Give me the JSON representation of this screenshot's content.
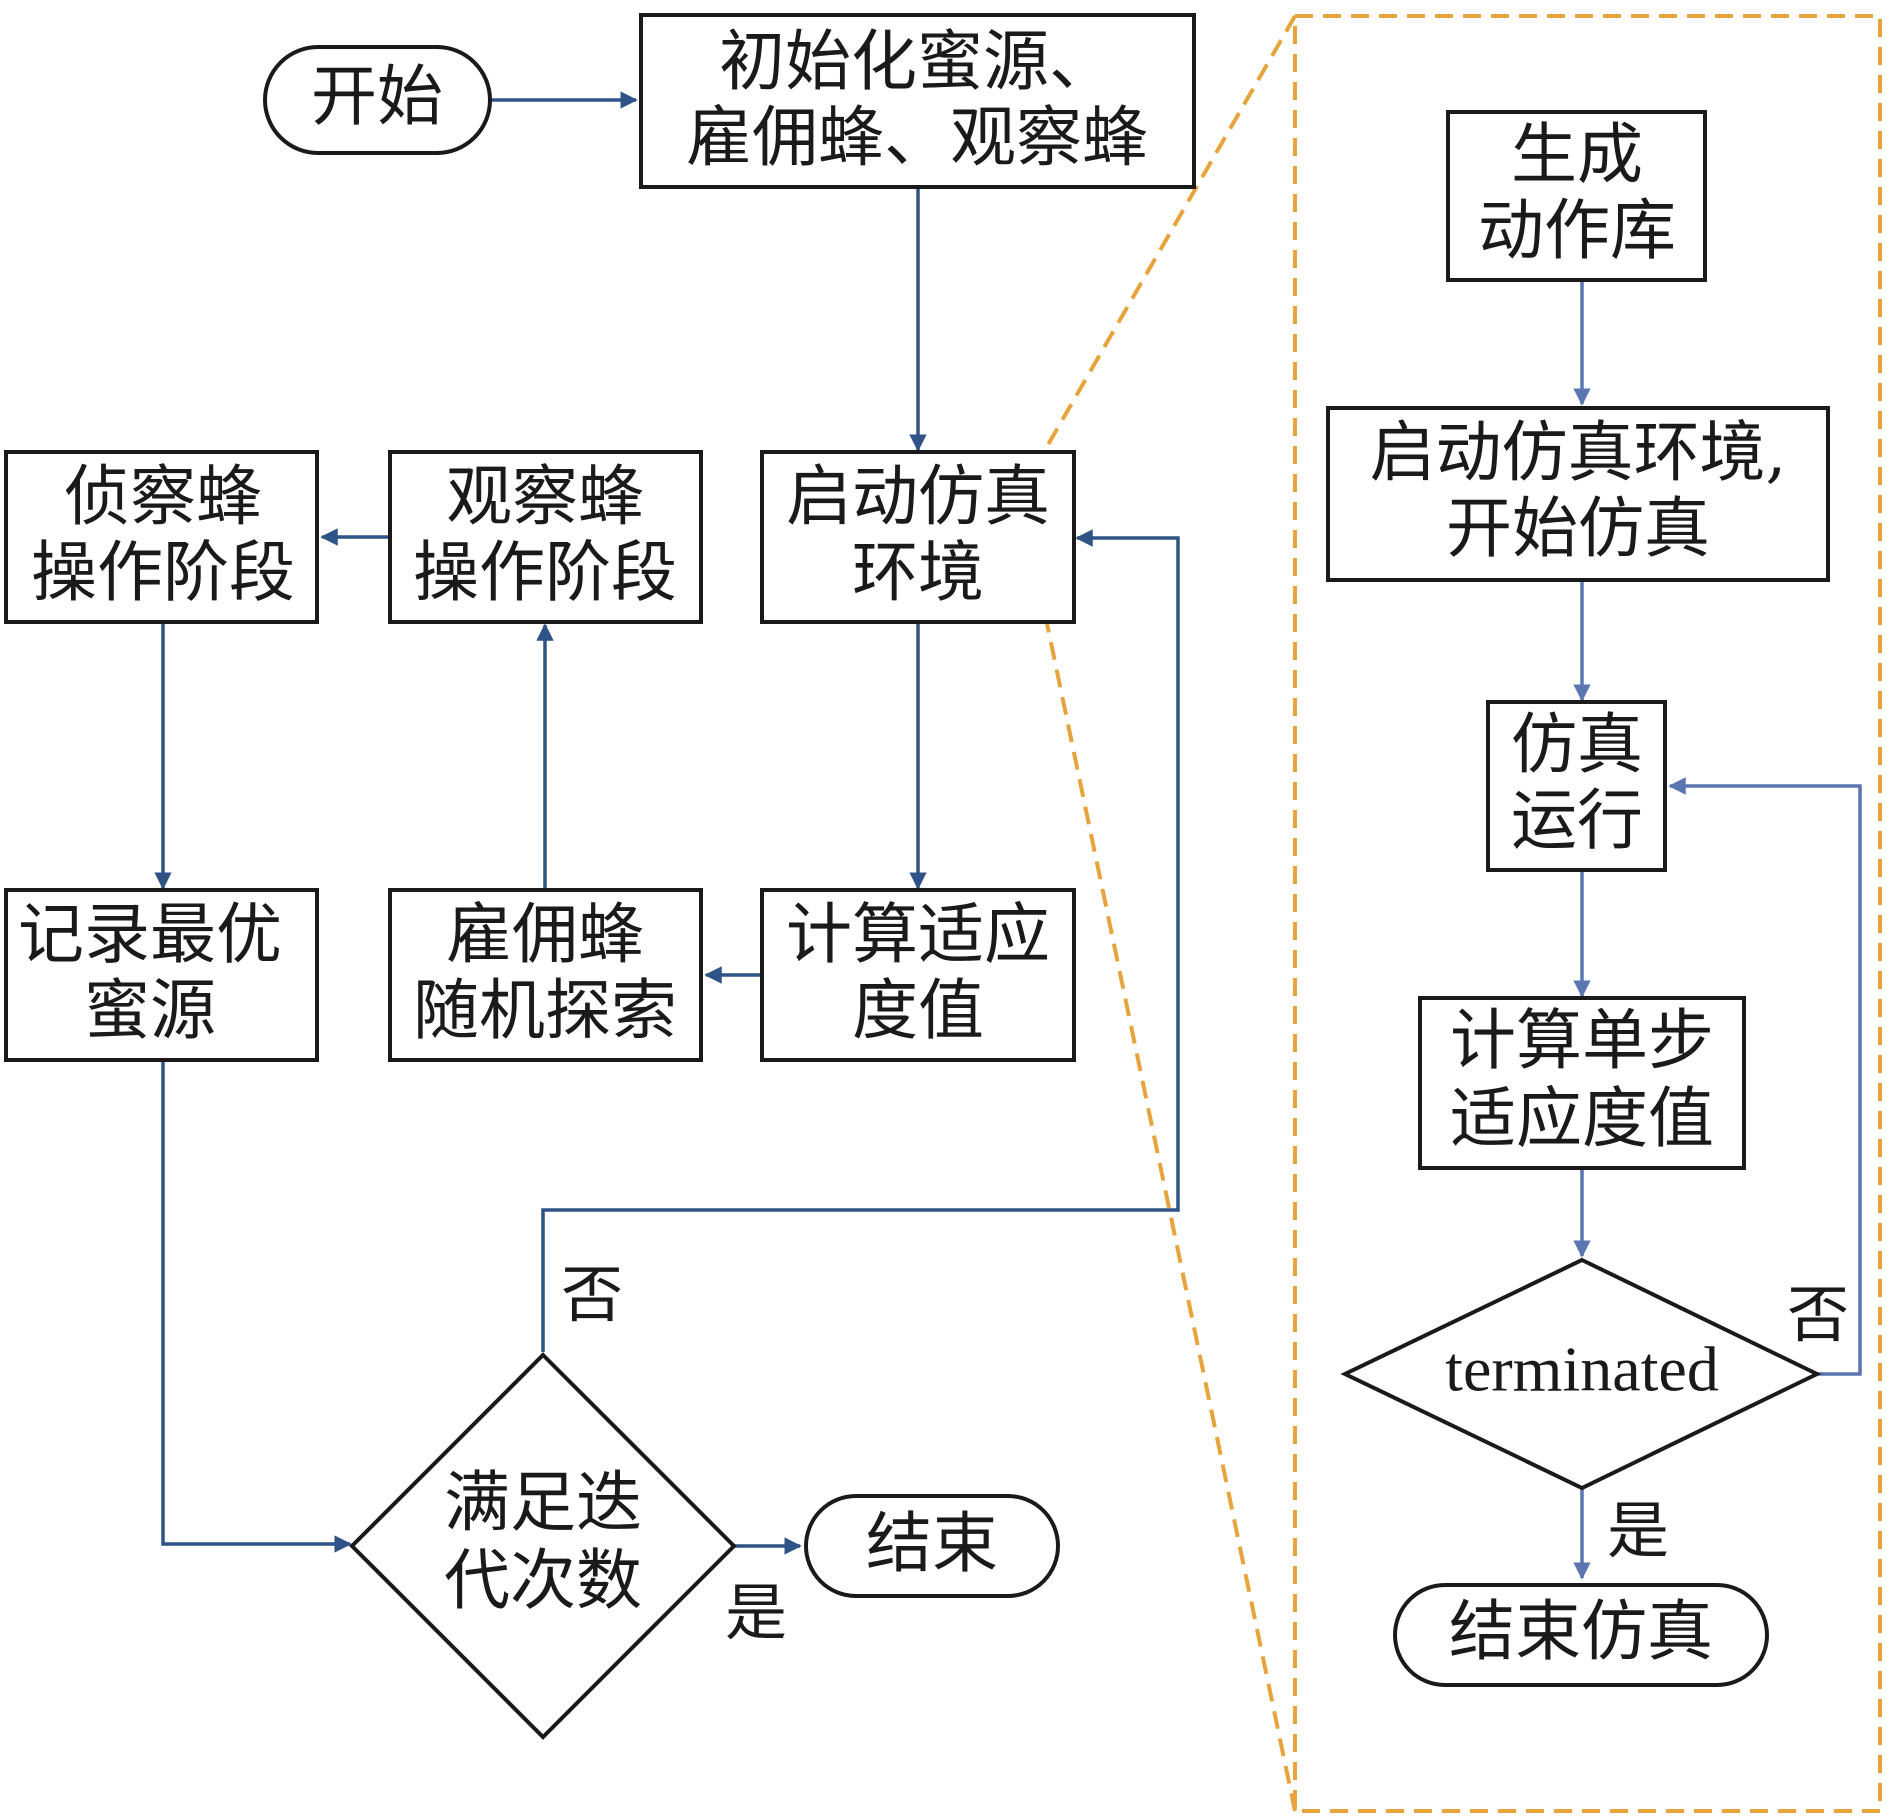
{
  "colors": {
    "left_arrow": "#2f5386",
    "right_arrow": "#5a75b0",
    "zoom_frame": "#e8a43c",
    "box_stroke": "#1a1a1a"
  },
  "main_flow": {
    "start": "开始",
    "init": [
      "初始化蜜源、",
      "雇佣蜂、观察蜂"
    ],
    "launch_sim": [
      "启动仿真",
      "环境"
    ],
    "compute_fitness": [
      "计算适应",
      "度值"
    ],
    "employed_explore": [
      "雇佣蜂",
      "随机探索"
    ],
    "onlooker_phase": [
      "观察蜂",
      "操作阶段"
    ],
    "scout_phase": [
      "侦察蜂",
      "操作阶段"
    ],
    "record_best": [
      "记录最优",
      "蜜源"
    ],
    "iteration_check": [
      "满足迭",
      "代次数"
    ],
    "no_label": "否",
    "yes_label": "是",
    "end": "结束"
  },
  "detail_flow": {
    "gen_action_lib": [
      "生成",
      "动作库"
    ],
    "start_sim": [
      "启动仿真环境,",
      "开始仿真"
    ],
    "sim_run": [
      "仿真",
      "运行"
    ],
    "step_fitness": [
      "计算单步",
      "适应度值"
    ],
    "terminated": "terminated",
    "no_label": "否",
    "yes_label": "是",
    "end_sim": "结束仿真"
  }
}
